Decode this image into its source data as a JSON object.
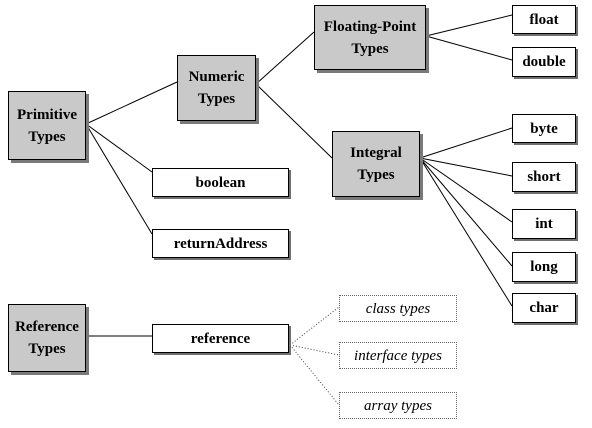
{
  "nodes": {
    "primitive_types": [
      "Primitive",
      "Types"
    ],
    "numeric_types": [
      "Numeric",
      "Types"
    ],
    "floating_point_types": [
      "Floating-Point",
      "Types"
    ],
    "integral_types": [
      "Integral",
      "Types"
    ],
    "reference_types": [
      "Reference",
      "Types"
    ],
    "float": "float",
    "double": "double",
    "byte": "byte",
    "short": "short",
    "int": "int",
    "long": "long",
    "char": "char",
    "boolean": "boolean",
    "return_address": "returnAddress",
    "reference": "reference",
    "class_types": "class types",
    "interface_types": "interface types",
    "array_types": "array types"
  },
  "style": {
    "edge_color": "#000000",
    "box_gray": "#c9c9c9",
    "box_white": "#ffffff"
  }
}
